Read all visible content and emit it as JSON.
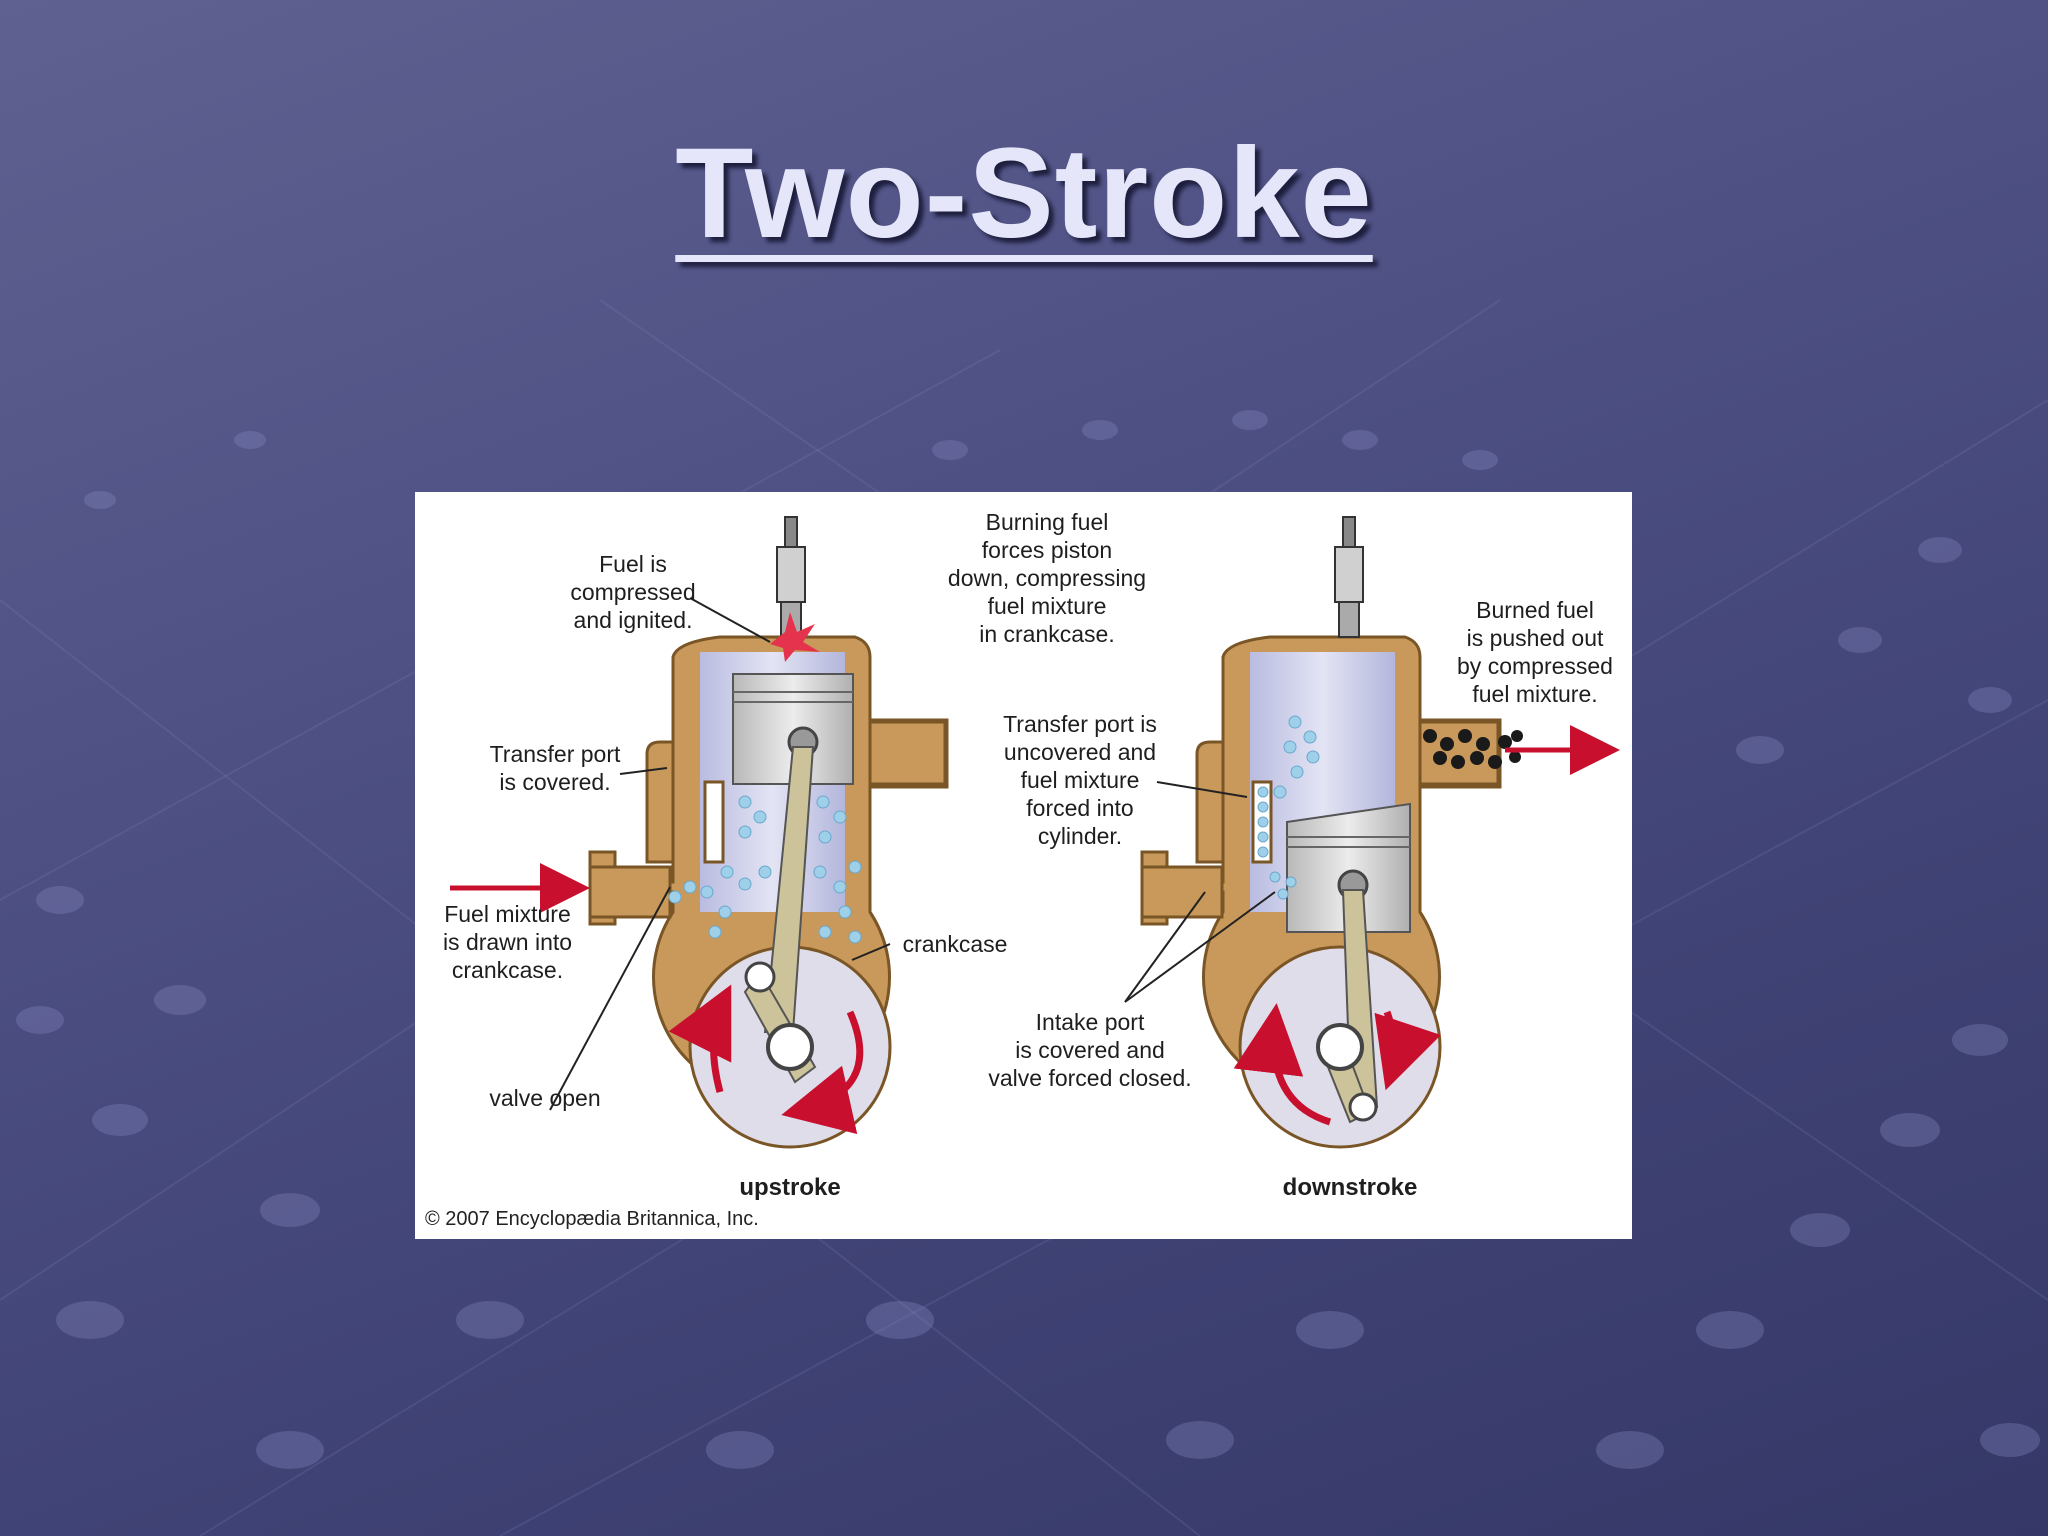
{
  "slide": {
    "title": "Two-Stroke"
  },
  "diagram": {
    "labels": {
      "fuel_compressed": "Fuel is\ncompressed\nand ignited.",
      "transfer_covered": "Transfer port\nis covered.",
      "fuel_mixture_drawn": "Fuel mixture\nis drawn into\ncrankcase.",
      "valve_open": "valve open",
      "burning_fuel": "Burning fuel\nforces piston\ndown, compressing\nfuel mixture\nin crankcase.",
      "transfer_uncovered": "Transfer port is\nuncovered and\nfuel mixture\nforced into\ncylinder.",
      "crankcase": "crankcase",
      "intake_covered": "Intake port\nis covered and\nvalve forced closed.",
      "burned_fuel": "Burned fuel\nis pushed out\nby compressed\nfuel mixture."
    },
    "captions": {
      "upstroke": "upstroke",
      "downstroke": "downstroke"
    },
    "copyright": "© 2007 Encyclopædia Britannica, Inc.",
    "colors": {
      "housing": "#c8995a",
      "housing_dark": "#7a5526",
      "cylinder": "#c9cbe6",
      "piston": "#d6d6d6",
      "rod": "#ccc39a",
      "flow_arrow": "#c8102e",
      "fuel_bubble": "#9fd0ea",
      "exhaust_dot": "#1a1a1a"
    }
  }
}
